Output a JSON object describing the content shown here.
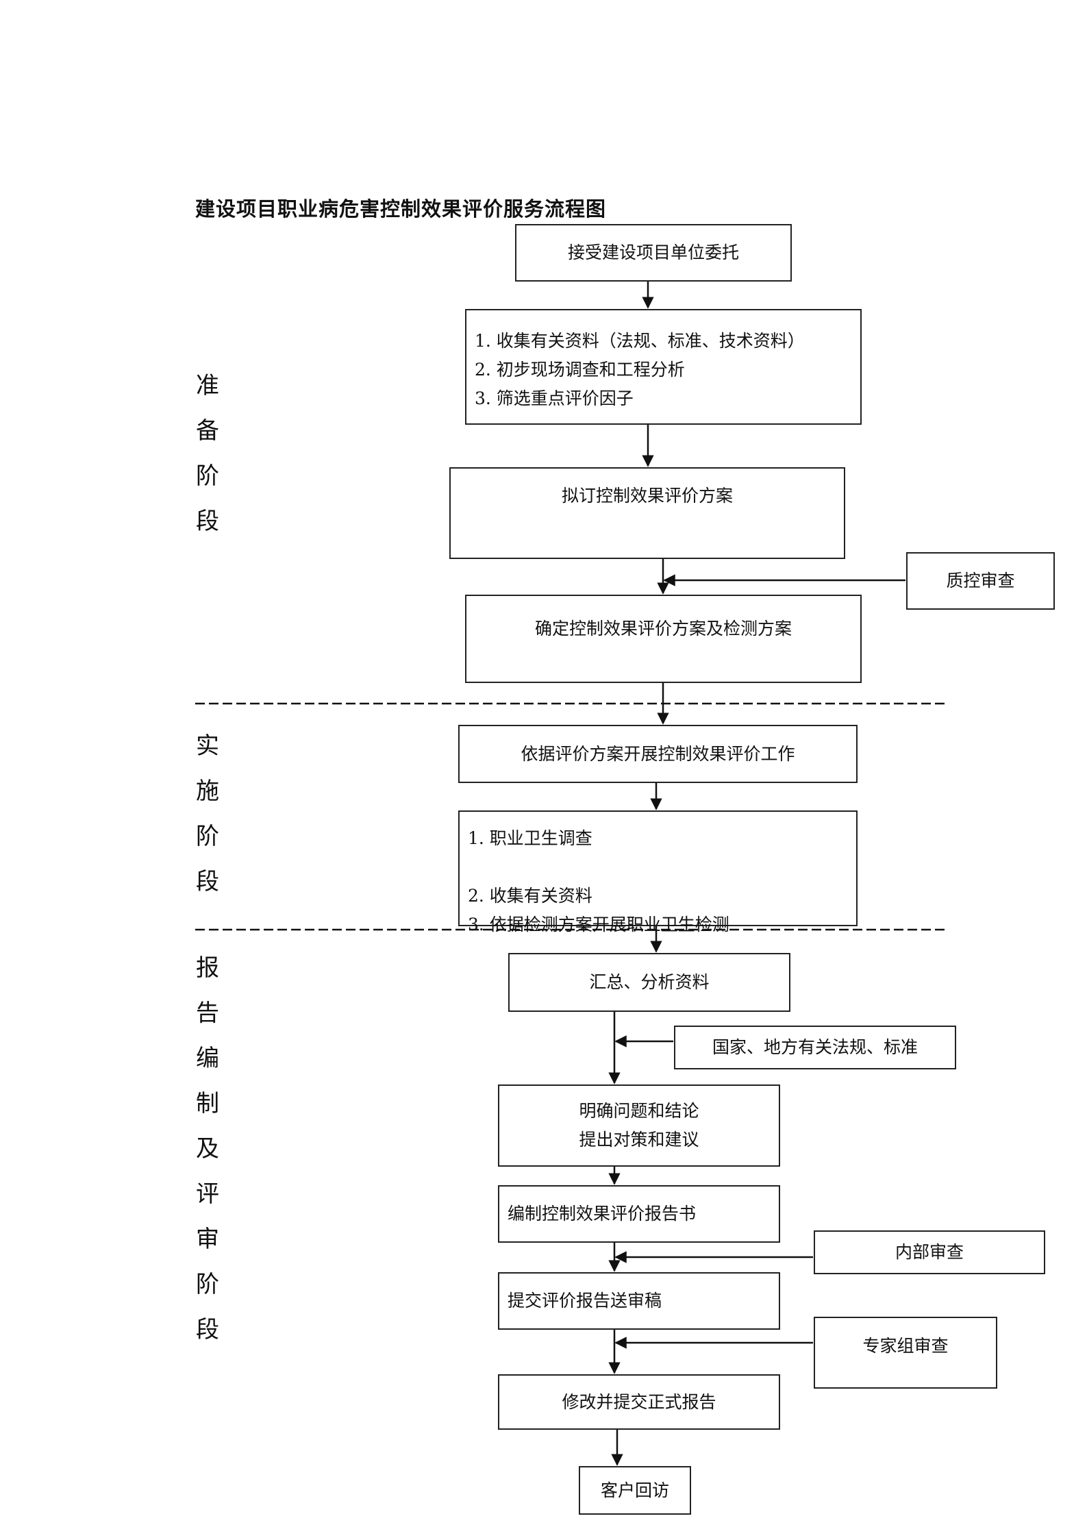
{
  "title": "建设项目职业病危害控制效果评价服务流程图",
  "stages": {
    "prep": [
      "准",
      "备",
      "阶",
      "段"
    ],
    "impl": [
      "实",
      "施",
      "阶",
      "段"
    ],
    "report": [
      "报",
      "告",
      "编",
      "制",
      "及",
      "评",
      "审",
      "阶",
      "段"
    ]
  },
  "boxes": {
    "accept": "接受建设项目单位委托",
    "collect": [
      "1. 收集有关资料（法规、标准、技术资料）",
      "2. 初步现场调查和工程分析",
      "3. 筛选重点评价因子"
    ],
    "draft": "拟订控制效果评价方案",
    "qc": "质控审查",
    "confirm": "确定控制效果评价方案及检测方案",
    "conduct": "依据评价方案开展控制效果评价工作",
    "survey": {
      "item1": "1. 职业卫生调查",
      "item2": "2. 收集有关资料",
      "item3": "3. 依据检测方案开展职业卫生检测"
    },
    "summary": "汇总、分析资料",
    "laws": "国家、地方有关法规、标准",
    "conclusion": [
      "明确问题和结论",
      "提出对策和建议"
    ],
    "compile": "编制控制效果评价报告书",
    "internal": "内部审查",
    "submit": "提交评价报告送审稿",
    "expert": "专家组审查",
    "revise": "修改并提交正式报告",
    "visit": "客户回访"
  }
}
